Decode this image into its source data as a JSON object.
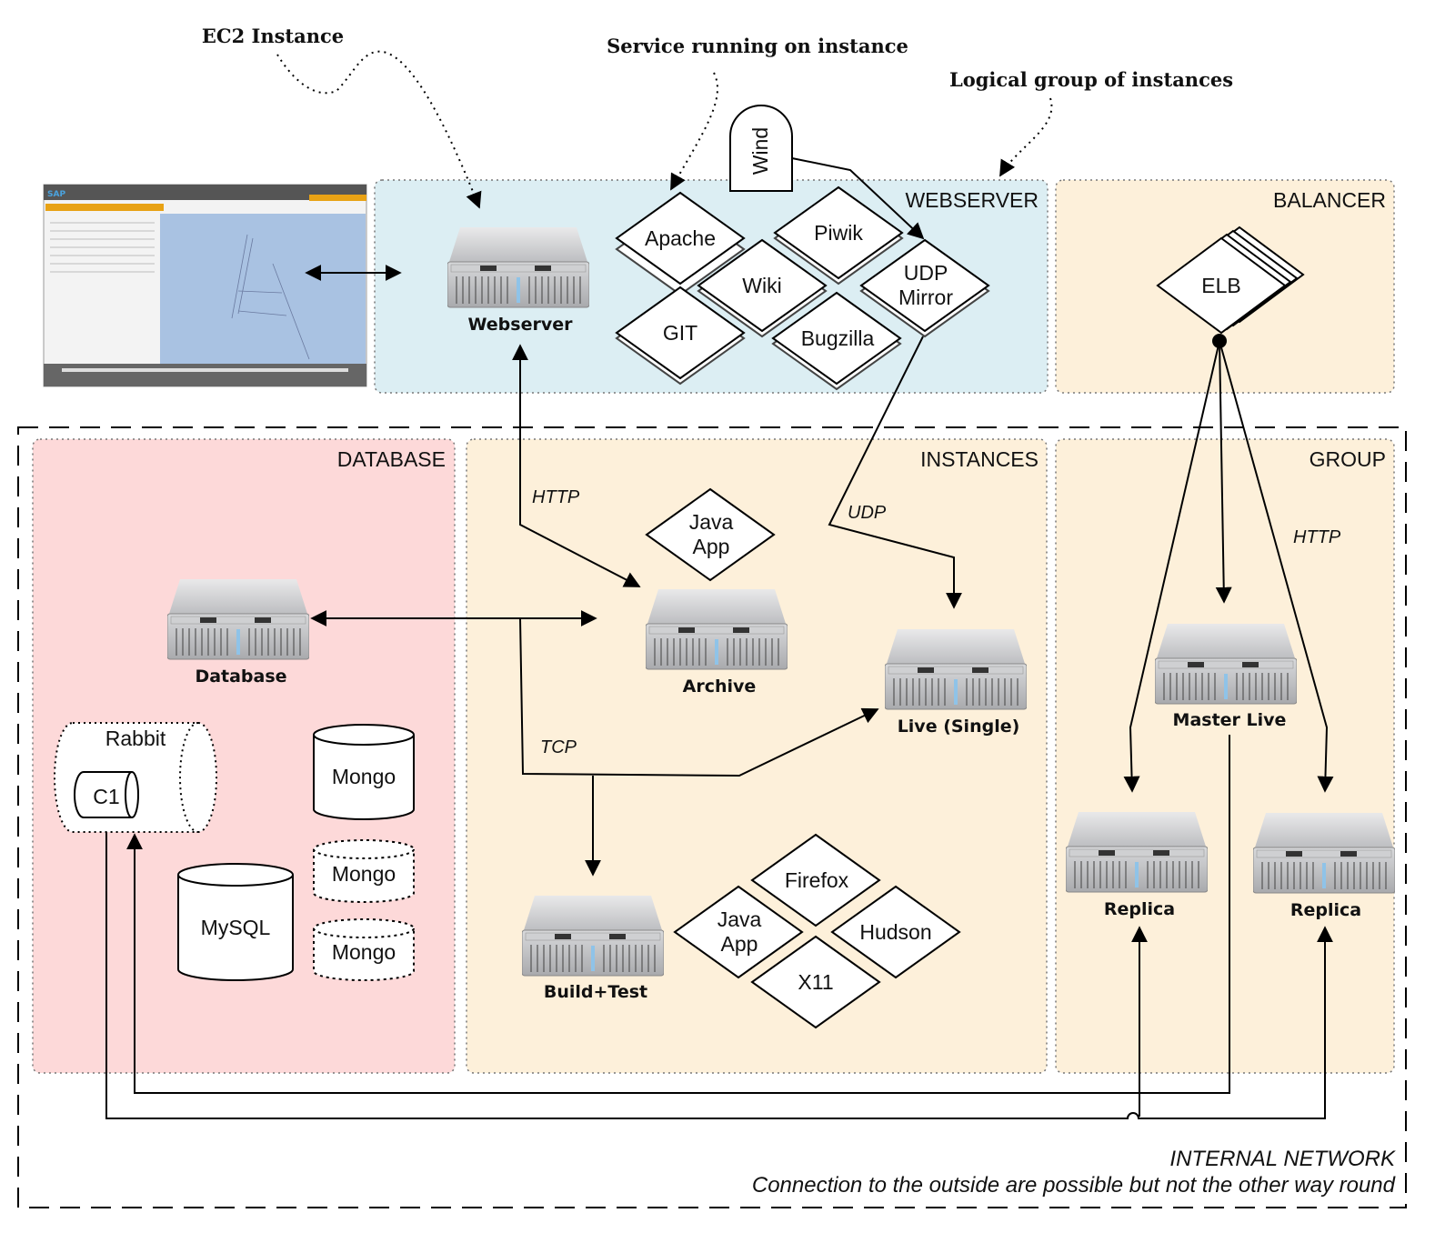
{
  "annotations": {
    "ec2_instance": "EC2 Instance",
    "service": "Service running on instance",
    "logical_group": "Logical group of instances"
  },
  "regions": {
    "webserver": "WEBSERVER",
    "balancer": "BALANCER",
    "database": "DATABASE",
    "instances": "INSTANCES",
    "group": "GROUP"
  },
  "colors": {
    "webserver_bg": "#dceef3",
    "balancer_bg": "#fdf0da",
    "database_bg": "#fdd9d9",
    "instances_bg": "#fdf0da",
    "group_bg": "#fdf0da"
  },
  "servers": {
    "webserver": "Webserver",
    "database": "Database",
    "archive": "Archive",
    "live_single": "Live (Single)",
    "master_live": "Master Live",
    "replica_left": "Replica",
    "replica_right": "Replica",
    "build_test": "Build+Test"
  },
  "services": {
    "apache": "Apache",
    "piwik": "Piwik",
    "wiki": "Wiki",
    "udp_mirror_1": "UDP",
    "udp_mirror_2": "Mirror",
    "git": "GIT",
    "bugzilla": "Bugzilla",
    "wind": "Wind",
    "elb": "ELB",
    "java_app_archive_1": "Java",
    "java_app_archive_2": "App",
    "firefox": "Firefox",
    "java_app_build_1": "Java",
    "java_app_build_2": "App",
    "hudson": "Hudson",
    "x11": "X11"
  },
  "datastores": {
    "rabbit": "Rabbit",
    "c1": "C1",
    "mongo_1": "Mongo",
    "mongo_2": "Mongo",
    "mongo_3": "Mongo",
    "mysql": "MySQL"
  },
  "protocols": {
    "http_webserver": "HTTP",
    "udp": "UDP",
    "tcp": "TCP",
    "http_group": "HTTP"
  },
  "footer": {
    "title": "INTERNAL NETWORK",
    "note": "Connection to the outside are possible but not the other way round"
  },
  "thumbnail": {
    "logo": "SAP"
  }
}
